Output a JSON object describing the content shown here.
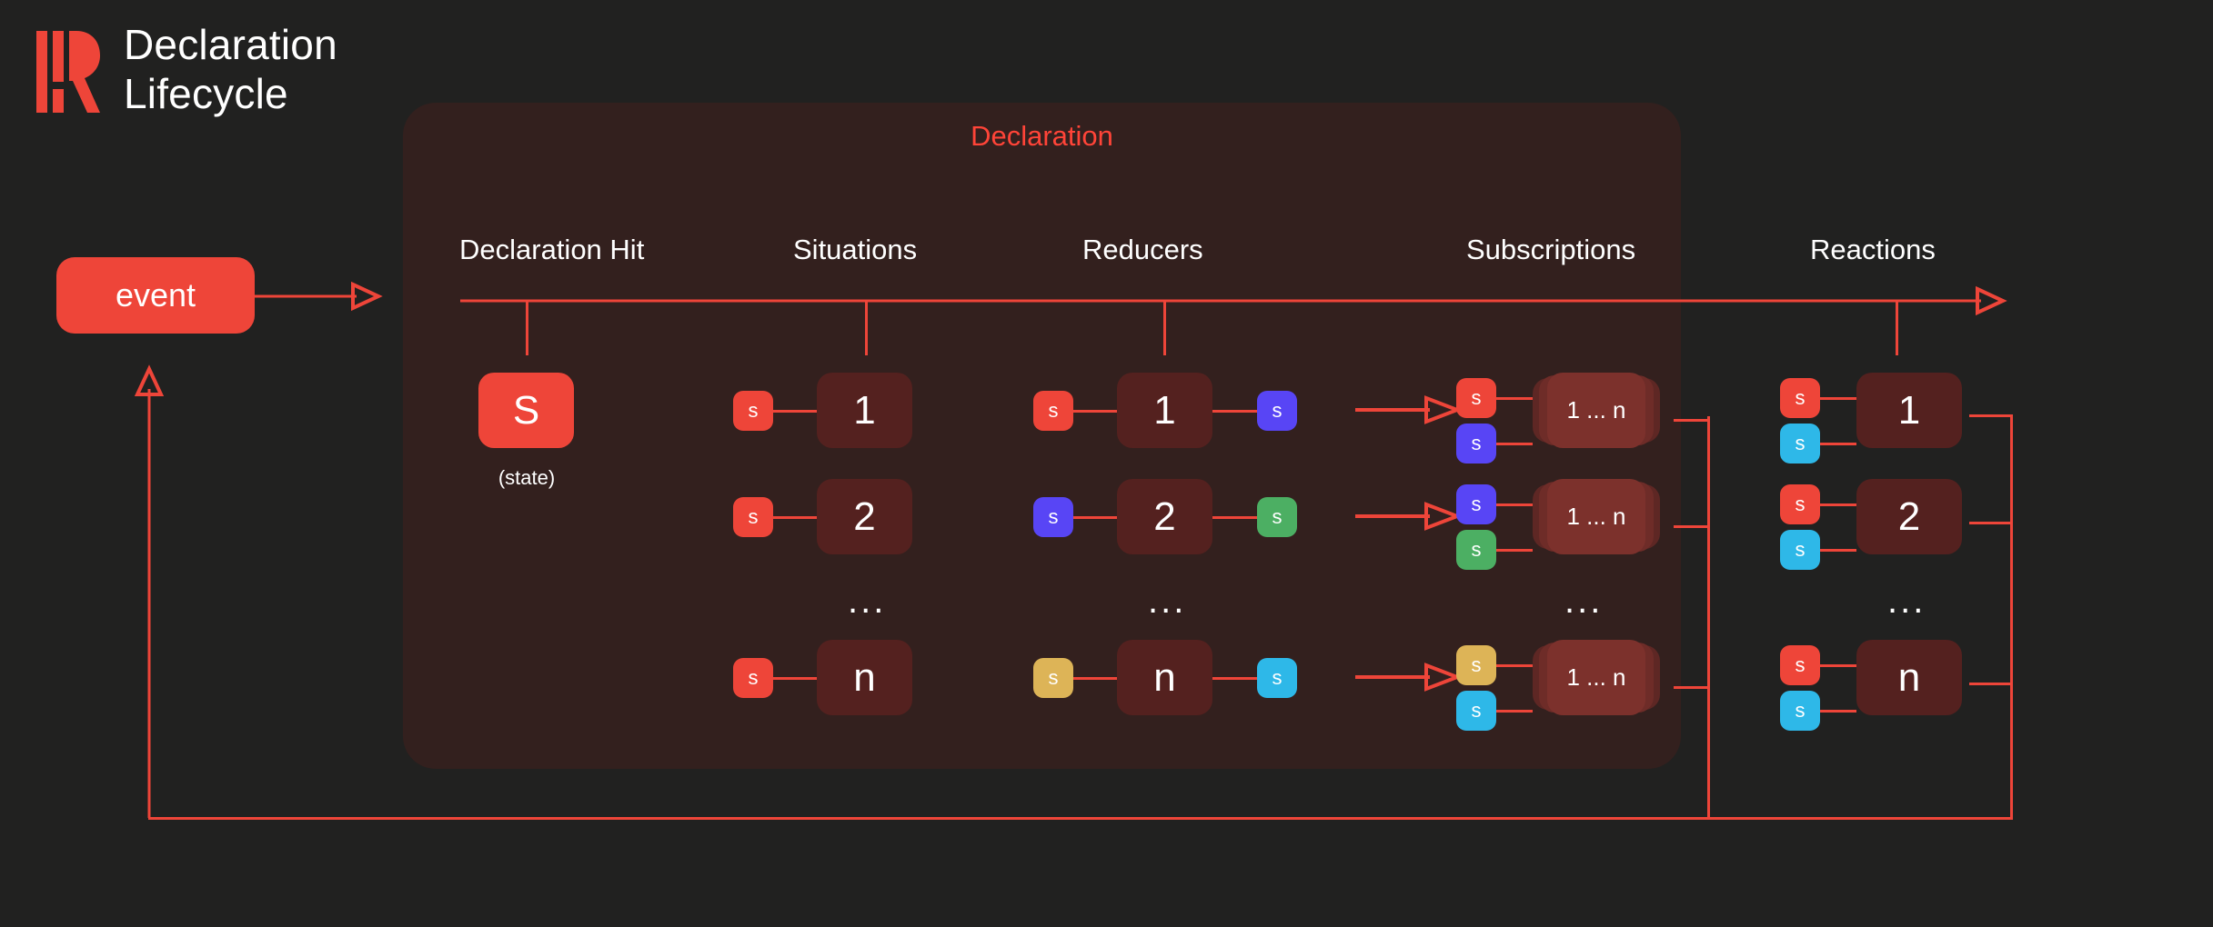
{
  "brand": {
    "logo_icon": "rive-r-logo-icon",
    "title": "Declaration\nLifecycle"
  },
  "colors": {
    "page_bg": "#212120",
    "panel_bg": "#33201E",
    "accent_red": "#EE4539",
    "title_red": "#FF4438",
    "node_dark": "#54211F",
    "chip_red": "#EE4539",
    "chip_blue": "#5845F5",
    "chip_green": "#4CAF63",
    "chip_cyan": "#2EB8E8",
    "chip_gold": "#DDB457",
    "text_white": "#FFFFFF"
  },
  "event": {
    "label": "event"
  },
  "panel": {
    "title": "Declaration",
    "columns": [
      {
        "id": "declaration-hit",
        "label": "Declaration Hit"
      },
      {
        "id": "situations",
        "label": "Situations"
      },
      {
        "id": "reducers",
        "label": "Reducers"
      },
      {
        "id": "subscriptions",
        "label": "Subscriptions"
      },
      {
        "id": "reactions",
        "label": "Reactions"
      }
    ]
  },
  "declaration_hit": {
    "node_label": "S",
    "caption": "(state)"
  },
  "situations": {
    "ellipsis": "...",
    "rows": [
      {
        "in_chip": "s",
        "in_color": "#EE4539",
        "label": "1"
      },
      {
        "in_chip": "s",
        "in_color": "#EE4539",
        "label": "2"
      },
      {
        "in_chip": "s",
        "in_color": "#EE4539",
        "label": "n"
      }
    ]
  },
  "reducers": {
    "ellipsis": "...",
    "rows": [
      {
        "in_chip": "s",
        "in_color": "#EE4539",
        "label": "1",
        "out_chip": "s",
        "out_color": "#5845F5"
      },
      {
        "in_chip": "s",
        "in_color": "#5845F5",
        "label": "2",
        "out_chip": "s",
        "out_color": "#4CAF63"
      },
      {
        "in_chip": "s",
        "in_color": "#DDB457",
        "label": "n",
        "out_chip": "s",
        "out_color": "#2EB8E8"
      }
    ]
  },
  "subscriptions": {
    "ellipsis": "...",
    "rows": [
      {
        "label": "1 ... n",
        "chips": [
          {
            "t": "s",
            "c": "#EE4539"
          },
          {
            "t": "s",
            "c": "#5845F5"
          }
        ]
      },
      {
        "label": "1 ... n",
        "chips": [
          {
            "t": "s",
            "c": "#5845F5"
          },
          {
            "t": "s",
            "c": "#4CAF63"
          }
        ]
      },
      {
        "label": "1 ... n",
        "chips": [
          {
            "t": "s",
            "c": "#DDB457"
          },
          {
            "t": "s",
            "c": "#2EB8E8"
          }
        ]
      }
    ]
  },
  "reactions": {
    "ellipsis": "...",
    "rows": [
      {
        "label": "1",
        "chips": [
          {
            "t": "s",
            "c": "#EE4539"
          },
          {
            "t": "s",
            "c": "#2EB8E8"
          }
        ]
      },
      {
        "label": "2",
        "chips": [
          {
            "t": "s",
            "c": "#EE4539"
          },
          {
            "t": "s",
            "c": "#2EB8E8"
          }
        ]
      },
      {
        "label": "n",
        "chips": [
          {
            "t": "s",
            "c": "#EE4539"
          },
          {
            "t": "s",
            "c": "#2EB8E8"
          }
        ]
      }
    ]
  }
}
